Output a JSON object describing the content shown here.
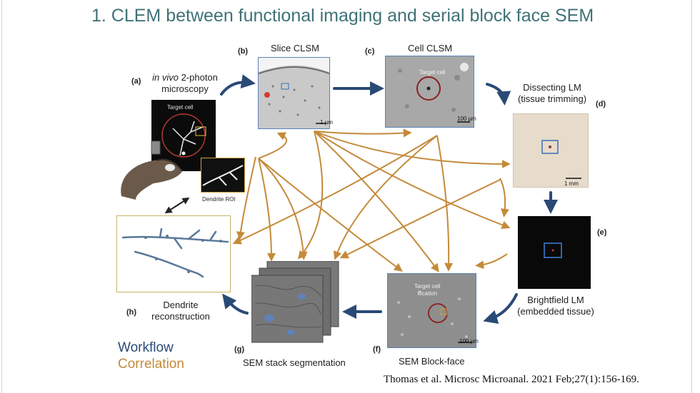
{
  "title": "1. CLEM between functional imaging and serial block face SEM",
  "panels": {
    "a": {
      "letter": "(a)",
      "label_italic": "in vivo",
      "label_rest": " 2-photon",
      "label_line2": "microscopy",
      "target": "Target cell",
      "roi": "Dendrite ROI"
    },
    "b": {
      "letter": "(b)",
      "label": "Slice CLSM",
      "scale": "1 µm"
    },
    "c": {
      "letter": "(c)",
      "label": "Cell CLSM",
      "target": "Target cell",
      "scale": "100 µm"
    },
    "d": {
      "letter": "(d)",
      "label_line1": "Dissecting LM",
      "label_line2": "(tissue trimming)",
      "scale": "1 mm"
    },
    "e": {
      "letter": "(e)",
      "label_line1": "Brightfield LM",
      "label_line2": "(embedded tissue)"
    },
    "f": {
      "letter": "(f)",
      "label": "SEM Block-face",
      "target_line1": "Target cell",
      "target_line2": "location",
      "scale": "100 µm"
    },
    "g": {
      "letter": "(g)",
      "label": "SEM stack segmentation"
    },
    "h": {
      "letter": "(h)",
      "label_line1": "Dendrite",
      "label_line2": "reconstruction"
    }
  },
  "legend": {
    "workflow": "Workflow",
    "correlation": "Correlation",
    "workflow_color": "#2a4a76",
    "correlation_color": "#c48a3a"
  },
  "citation": "Thomas et al. Microsc Microanal. 2021 Feb;27(1):156-169.",
  "colors": {
    "title": "#3f7277",
    "panel_border": "#5a82b8",
    "target_circle": "#b03a2e",
    "roi_box": "#c9a23a"
  }
}
